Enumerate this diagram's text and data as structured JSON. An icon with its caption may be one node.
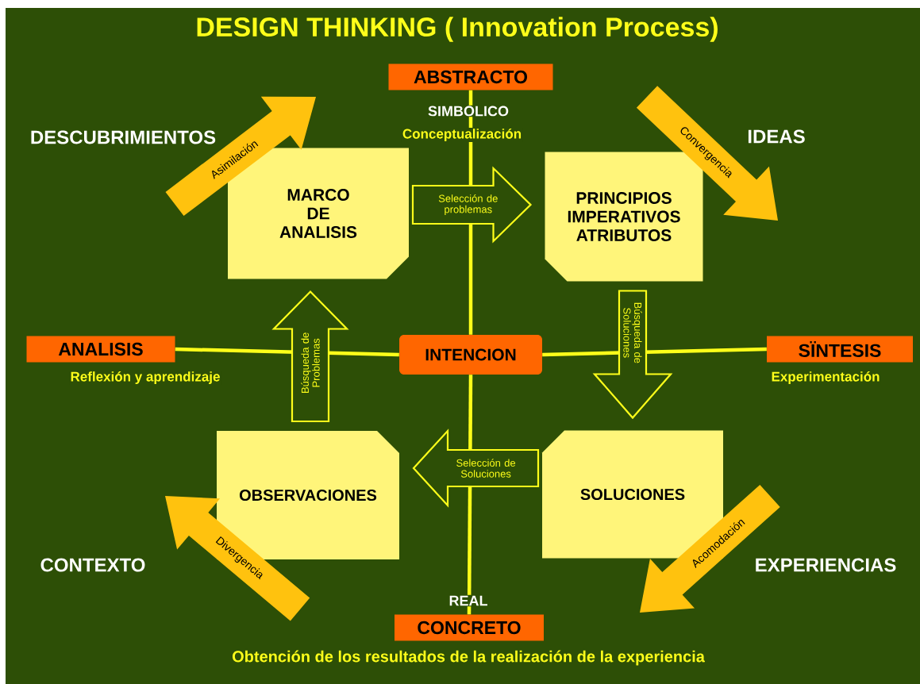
{
  "diagram": {
    "title": "DESIGN THINKING ( Innovation Process)",
    "nodes": [
      {
        "text": [
          "ABSTRACTO"
        ],
        "beside": [
          "SIMBOLICO",
          "Conceptualización"
        ]
      },
      {
        "text": [
          "ANALISIS"
        ],
        "beside": [
          "Reflexión y aprendizaje"
        ]
      },
      {
        "text": [
          "INTENCION"
        ]
      },
      {
        "text": [
          "SÏNTESIS"
        ],
        "beside": [
          "Experimentación"
        ]
      },
      {
        "text": [
          "CONCRETO"
        ],
        "beside": [
          "REAL"
        ]
      },
      {
        "text": [
          "MARCO DE ANALISIS"
        ]
      },
      {
        "text": [
          "PRINCIPIOS IMPERATIVOS ATRIBUTOS"
        ]
      },
      {
        "text": [
          "OBSERVACIONES"
        ]
      },
      {
        "text": [
          "SOLUCIONES"
        ]
      }
    ],
    "edges": [
      {
        "from": 2,
        "to": 0,
        "arrow": "none"
      },
      {
        "from": 2,
        "to": 1,
        "arrow": "none"
      },
      {
        "from": 2,
        "to": 3,
        "arrow": "none"
      },
      {
        "from": 2,
        "to": 4,
        "arrow": "none"
      },
      {
        "from": 5,
        "to": 6,
        "arrow": "to",
        "style": "thick",
        "label": "Selección de problemas"
      },
      {
        "from": 6,
        "to": 8,
        "arrow": "to",
        "style": "thick",
        "label": "Búsqueda de Soluciones"
      },
      {
        "from": 8,
        "to": 7,
        "arrow": "to",
        "style": "thick",
        "label": "Selección de Soluciones"
      },
      {
        "from": 7,
        "to": 5,
        "arrow": "to",
        "style": "thick",
        "label": "Búsqueda de Problemas"
      }
    ],
    "labels": [
      "DESCUBRIMIENTOS",
      "Asimilación",
      "Convergencia",
      "IDEAS",
      "Divergencia",
      "CONTEXTO",
      "Acomodación",
      "EXPERIENCIAS",
      "Obtención de los resultados de la realización de la experiencia"
    ]
  }
}
